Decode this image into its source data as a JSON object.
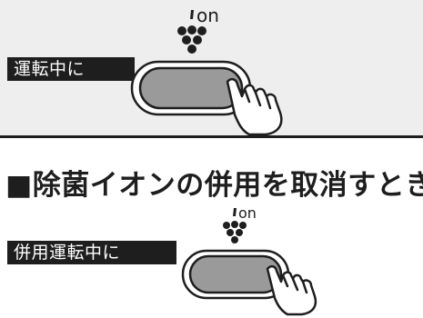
{
  "section1": {
    "ion_label": "on",
    "mode_label": "運転中に"
  },
  "section2": {
    "heading": "■除菌イオンの併用を取消すとき",
    "ion_label": "on",
    "mode_label": "併用運転中に"
  },
  "colors": {
    "panel_background": "#efeeee",
    "label_background": "#1e1e1e",
    "button_fill": "#9a9a9a",
    "text": "#1e1e1e"
  },
  "icons": [
    "ion-grape-icon",
    "pressing-hand-icon"
  ]
}
